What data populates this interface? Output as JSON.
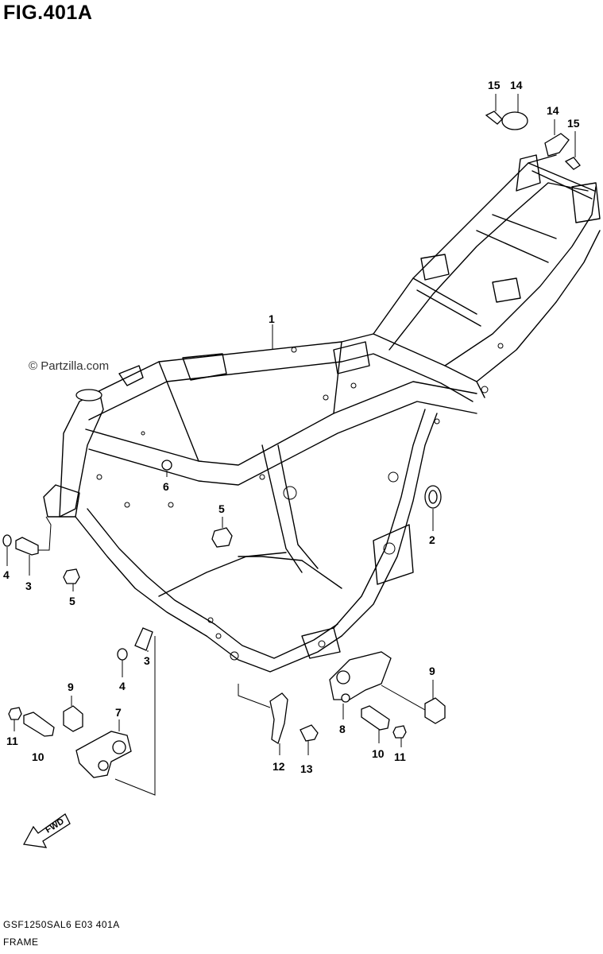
{
  "figure": {
    "title": "FIG.401A",
    "watermark": "© Partzilla.com",
    "code": "GSF1250SAL6 E03 401A",
    "caption": "FRAME",
    "fwd_label": "FWD"
  },
  "callouts": [
    {
      "id": "callout-1",
      "label": "1"
    },
    {
      "id": "callout-2",
      "label": "2"
    },
    {
      "id": "callout-3-left",
      "label": "3"
    },
    {
      "id": "callout-3-mid",
      "label": "3"
    },
    {
      "id": "callout-4-left",
      "label": "4"
    },
    {
      "id": "callout-4-mid",
      "label": "4"
    },
    {
      "id": "callout-5-left",
      "label": "5"
    },
    {
      "id": "callout-5-center",
      "label": "5"
    },
    {
      "id": "callout-6",
      "label": "6"
    },
    {
      "id": "callout-7",
      "label": "7"
    },
    {
      "id": "callout-8",
      "label": "8"
    },
    {
      "id": "callout-9-left",
      "label": "9"
    },
    {
      "id": "callout-9-right",
      "label": "9"
    },
    {
      "id": "callout-10-left",
      "label": "10"
    },
    {
      "id": "callout-10-right",
      "label": "10"
    },
    {
      "id": "callout-11-left",
      "label": "11"
    },
    {
      "id": "callout-11-right",
      "label": "11"
    },
    {
      "id": "callout-12",
      "label": "12"
    },
    {
      "id": "callout-13",
      "label": "13"
    },
    {
      "id": "callout-14-left",
      "label": "14"
    },
    {
      "id": "callout-14-right",
      "label": "14"
    },
    {
      "id": "callout-15-left",
      "label": "15"
    },
    {
      "id": "callout-15-right",
      "label": "15"
    }
  ]
}
